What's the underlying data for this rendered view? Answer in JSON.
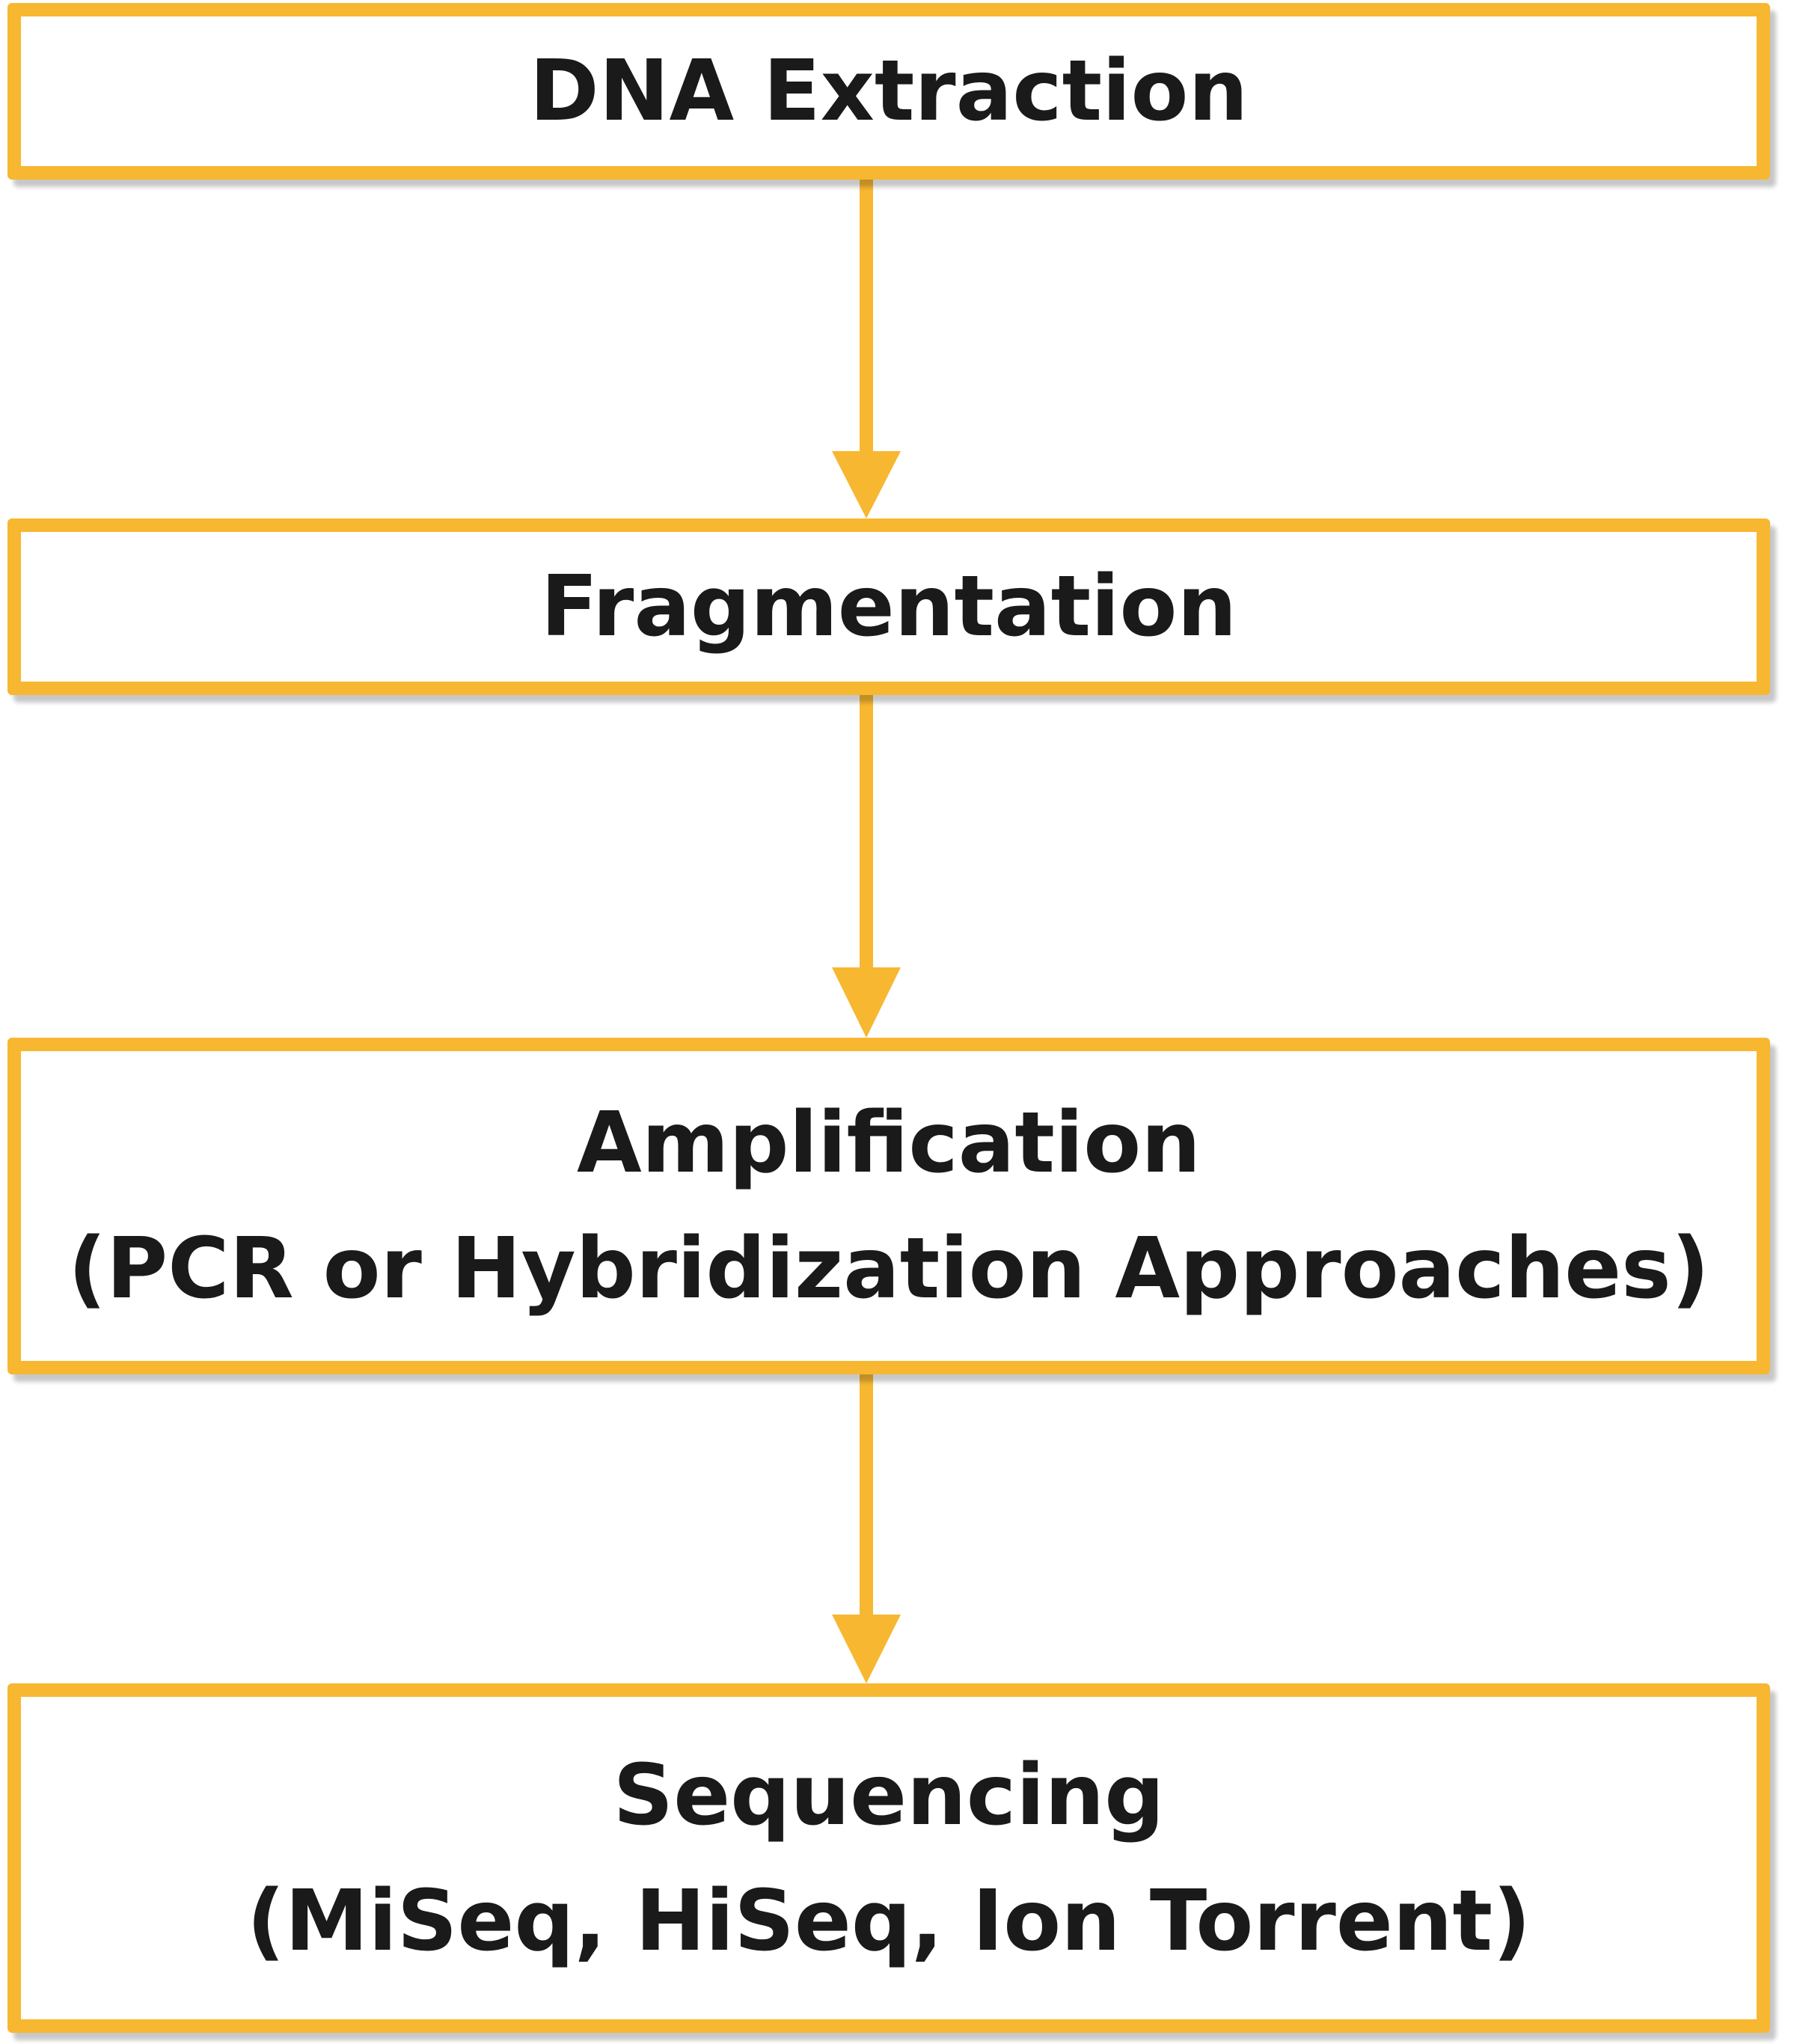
{
  "flow": {
    "accent_color": "#F7B731",
    "steps": [
      {
        "lines": [
          "DNA Extraction"
        ]
      },
      {
        "lines": [
          "Fragmentation"
        ]
      },
      {
        "lines": [
          "Amplification",
          "(PCR or Hybridization Approaches)"
        ]
      },
      {
        "lines": [
          "Sequencing",
          "(MiSeq, HiSeq, Ion Torrent)"
        ]
      }
    ]
  }
}
